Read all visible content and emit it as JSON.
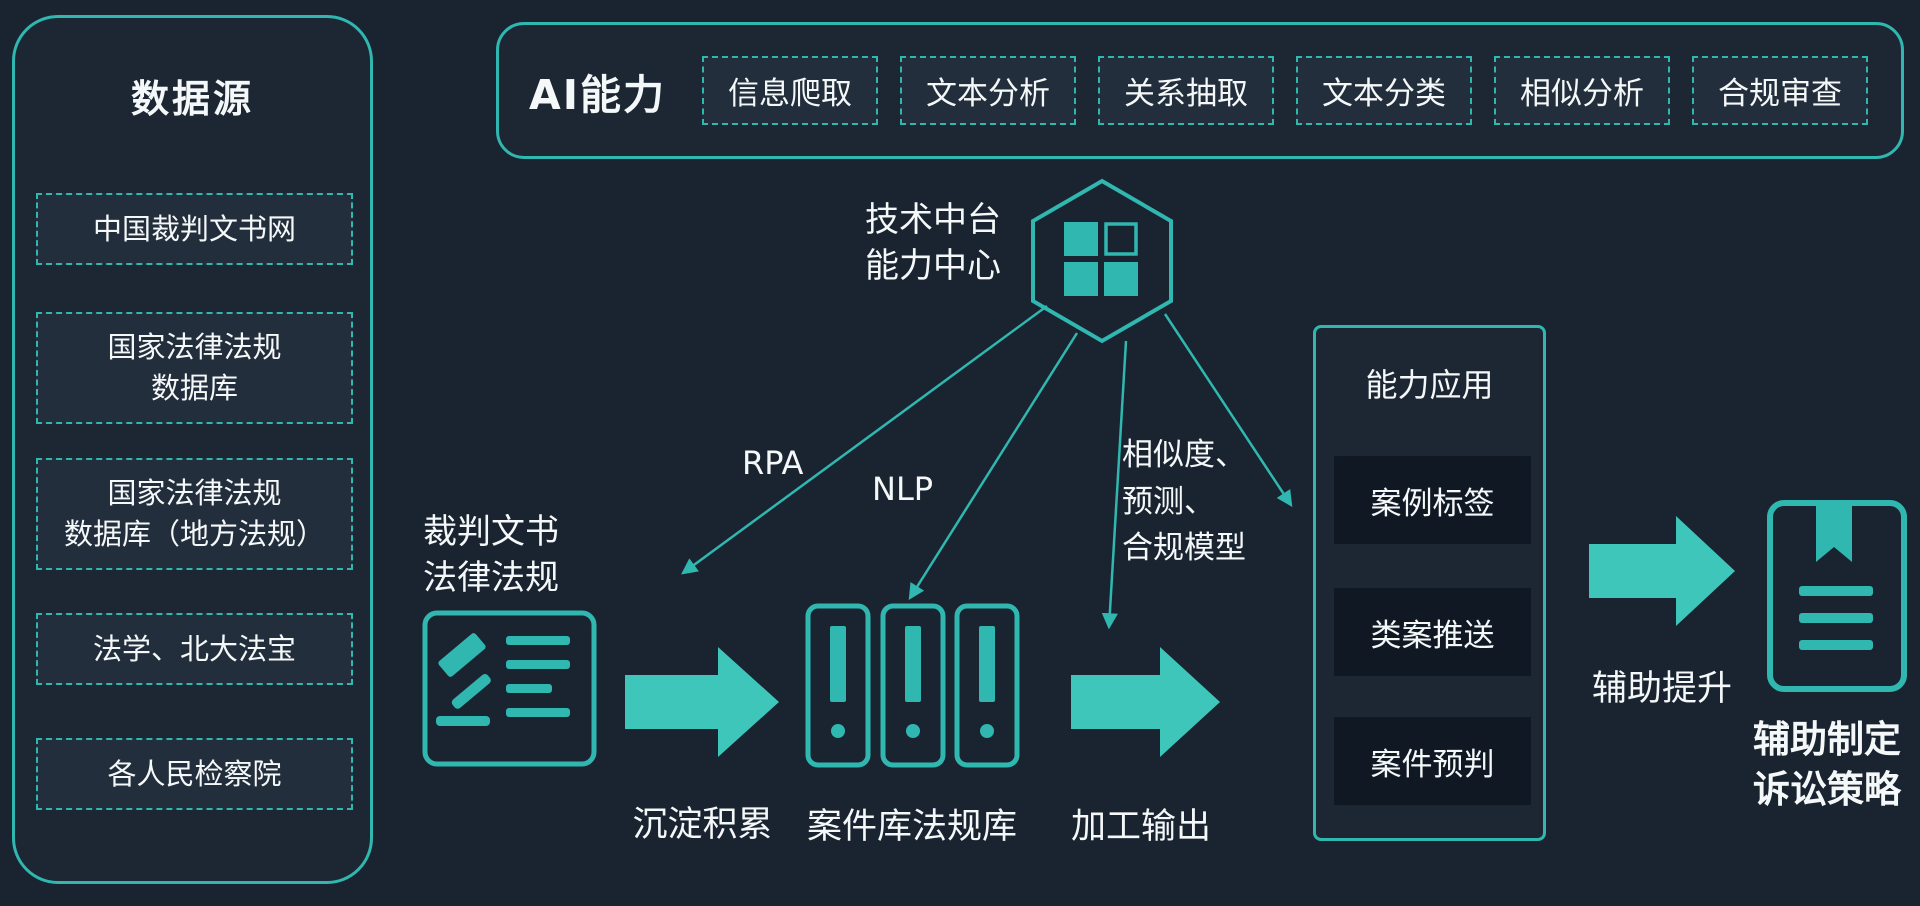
{
  "colors": {
    "background": "#1a2330",
    "teal": "#2fb7b0",
    "arrow": "#3fc6bb",
    "panel_bg": "#1d2734",
    "item_bg": "#232e3c",
    "appbox_bg": "#101824",
    "text": "#f4f8f9"
  },
  "data_sources": {
    "title": "数据源",
    "items": [
      "中国裁判文书网",
      "国家法律法规\n数据库",
      "国家法律法规\n数据库（地方法规）",
      "法学、北大法宝",
      "各人民检察院"
    ]
  },
  "ai_capabilities": {
    "title": "AI能力",
    "items": [
      "信息爬取",
      "文本分析",
      "关系抽取",
      "文本分类",
      "相似分析",
      "合规审查"
    ]
  },
  "hub": {
    "label": "技术中台\n能力中心",
    "icon": "hexagon-grid-icon"
  },
  "edges": {
    "rpa": "RPA",
    "nlp": "NLP",
    "model": "相似度、\n预测、\n合规模型"
  },
  "flow": {
    "source_label": "裁判文书\n法律法规",
    "source_icon": "gavel-document-icon",
    "accumulate": "沉淀积累",
    "repository": "案件库法规库",
    "repository_icon": "case-file-icons",
    "process": "加工输出",
    "assist": "辅助提升",
    "result": "辅助制定\n诉讼策略",
    "result_icon": "bookmark-document-icon"
  },
  "applications": {
    "title": "能力应用",
    "items": [
      "案例标签",
      "类案推送",
      "案件预判"
    ]
  }
}
